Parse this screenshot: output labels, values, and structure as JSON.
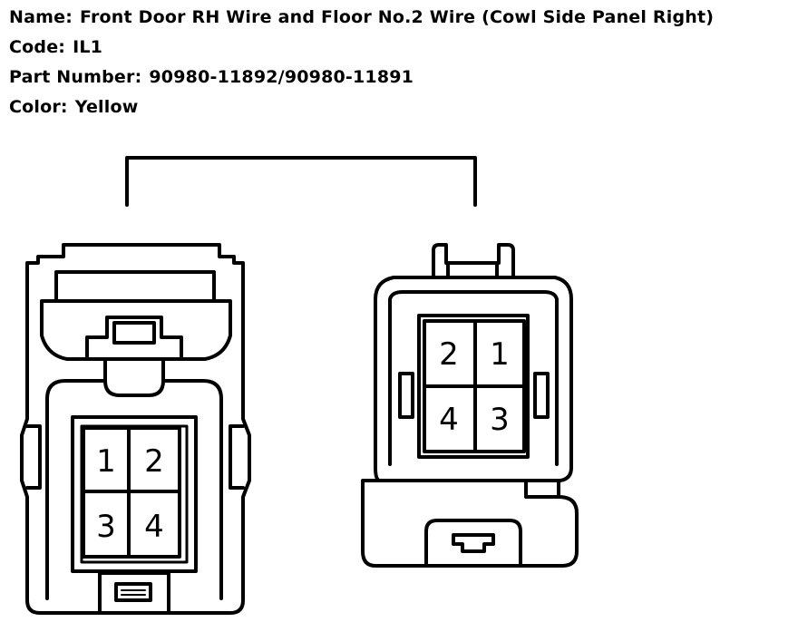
{
  "header": {
    "name_label": "Name:",
    "name_value": "Front Door RH Wire and Floor No.2 Wire (Cowl Side Panel Right)",
    "code_label": "Code:",
    "code_value": "IL1",
    "part_label": "Part Number:",
    "part_value": "90980-11892/90980-11891",
    "color_label": "Color:",
    "color_value": "Yellow"
  },
  "connectors": {
    "left": {
      "pins": [
        "1",
        "2",
        "3",
        "4"
      ]
    },
    "right": {
      "pins": [
        "2",
        "1",
        "4",
        "3"
      ]
    }
  }
}
